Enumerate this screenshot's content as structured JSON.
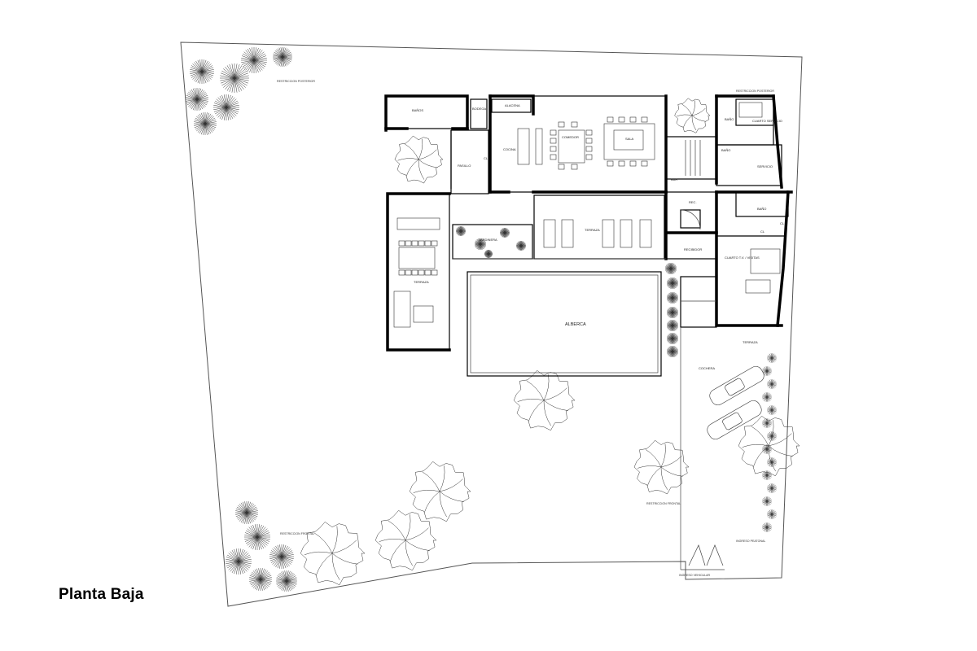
{
  "title": "Planta Baja",
  "rooms": {
    "bano_1": "BAÑOS",
    "bodega": "BODEGA",
    "alacena": "ALACENA",
    "cocina": "COCINA",
    "comedor": "COMEDOR",
    "sala": "SALA",
    "pasillo": "PASILLO",
    "cl_1": "CL",
    "bano_servicio": "BAÑO",
    "cuarto_servicio": "CUARTO SERVICIO",
    "bano_2": "BAÑO",
    "servicio": "SERVICIO",
    "bar": "BAR",
    "rec": "REC.",
    "recibidor": "RECIBIDOR",
    "terraza_1": "TERRAZA",
    "jardinera": "JARDINERA",
    "terraza_2": "TERRAZA",
    "bano_3": "BAÑO",
    "cl_2": "CL",
    "cl_3": "CL",
    "cuarto_visitas": "CUARTO T.V. / VISITAS",
    "terraza_3": "TERRAZA",
    "alberca": "ALBERCA",
    "cochera": "COCHERA"
  },
  "exterior": {
    "restriccion_posterior_1": "RESTRICCION POSTERIOR",
    "restriccion_posterior_2": "RESTRICCION POSTERIOR",
    "restriccion_frontal_1": "RESTRICCION FRONTAL",
    "restriccion_frontal_2": "RESTRICCION FRONTAL",
    "ingreso_peatonal": "INGRESO PEATONAL",
    "ingreso_vehicular": "INGRESO VEHICULAR"
  },
  "colors": {
    "line": "#000000",
    "background": "#ffffff"
  }
}
